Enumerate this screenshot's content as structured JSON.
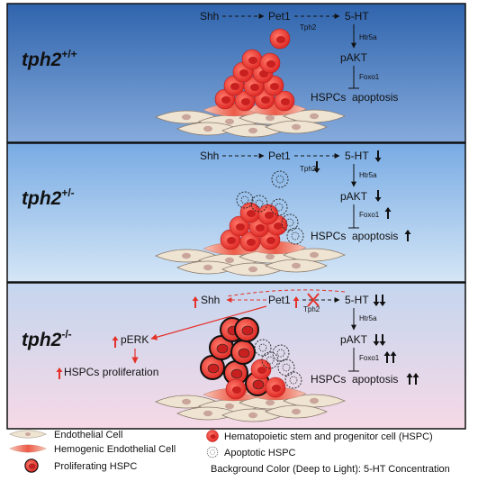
{
  "colors": {
    "panel1_top": "#3a6fb5",
    "panel1_bottom": "#7fa6da",
    "panel2_top": "#7fb0e6",
    "panel2_bottom": "#cfe3f6",
    "panel3_top": "#c9d8ee",
    "panel3_bottom": "#f4dbe7",
    "red": "#e4322b",
    "hspc": "#ee3b3b"
  },
  "panels": [
    {
      "genotype": "tph2",
      "genotype_sup": "+/+",
      "shh": "Shh",
      "pet1": "Pet1",
      "ht": "5-HT",
      "tph2": "Tph2",
      "htr5a": "Htr5a",
      "pakt": "pAKT",
      "foxo1": "Foxo1",
      "hspcs": "HSPCs",
      "apoptosis": "apoptosis"
    },
    {
      "genotype": "tph2",
      "genotype_sup": "+/-",
      "shh": "Shh",
      "pet1": "Pet1",
      "ht": "5-HT",
      "tph2": "Tph2",
      "htr5a": "Htr5a",
      "pakt": "pAKT",
      "foxo1": "Foxo1",
      "hspcs": "HSPCs",
      "apoptosis": "apoptosis"
    },
    {
      "genotype": "tph2",
      "genotype_sup": "-/-",
      "shh": "Shh",
      "pet1": "Pet1",
      "ht": "5-HT",
      "tph2": "Tph2",
      "htr5a": "Htr5a",
      "pakt": "pAKT",
      "foxo1": "Foxo1",
      "hspcs": "HSPCs",
      "apoptosis": "apoptosis",
      "perk": "pERK",
      "hspcs_prolif": "HSPCs",
      "proliferation": "proliferation"
    }
  ],
  "legend": {
    "endothelial": "Endothelial Cell",
    "hemogenic": "Hemogenic Endothelial Cell",
    "proliferating": "Proliferating HSPC",
    "hspc": "Hematopoietic stem and progenitor cell (HSPC)",
    "apoptotic": "Apoptotic HSPC",
    "background": "Background Color (Deep to Light): 5-HT Concentration"
  }
}
